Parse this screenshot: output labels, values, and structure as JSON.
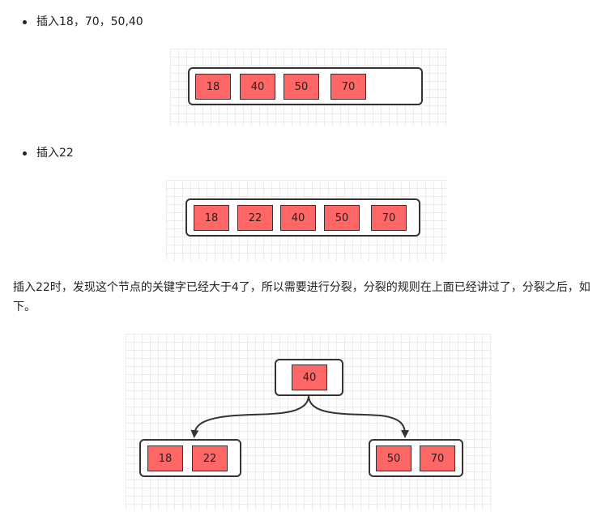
{
  "bullets": [
    "插入18，70，50,40",
    "插入22"
  ],
  "paragraph": "插入22时，发现这个节点的关键字已经大于4了，所以需要进行分裂，分裂的规则在上面已经讲过了，分裂之后，如下。",
  "diagram1": {
    "keys": [
      "18",
      "40",
      "50",
      "70"
    ]
  },
  "diagram2": {
    "keys": [
      "18",
      "22",
      "40",
      "50",
      "70"
    ]
  },
  "diagram3": {
    "root": [
      "40"
    ],
    "left": [
      "18",
      "22"
    ],
    "right": [
      "50",
      "70"
    ]
  },
  "colors": {
    "key_fill": "#ff6666",
    "border": "#333333",
    "grid": "#ececec"
  }
}
